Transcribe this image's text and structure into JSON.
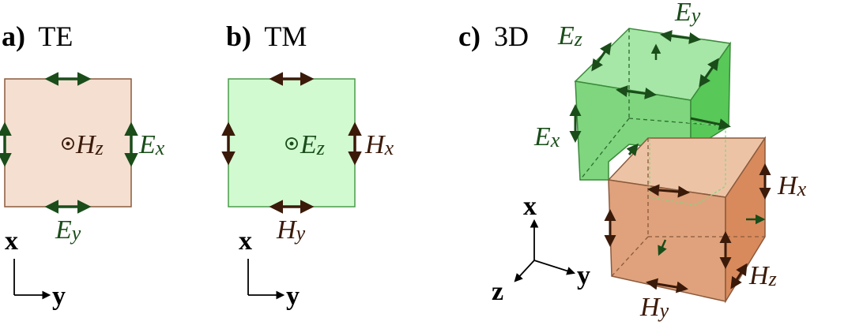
{
  "panels": {
    "te": {
      "letter": "a)",
      "name": "TE",
      "center_field": {
        "sym": "H",
        "sub": "z"
      },
      "right_field": {
        "sym": "E",
        "sub": "x"
      },
      "bottom_field": {
        "sym": "E",
        "sub": "y"
      }
    },
    "tm": {
      "letter": "b)",
      "name": "TM",
      "center_field": {
        "sym": "E",
        "sub": "z"
      },
      "right_field": {
        "sym": "H",
        "sub": "x"
      },
      "bottom_field": {
        "sym": "H",
        "sub": "y"
      }
    },
    "three_d": {
      "letter": "c)",
      "name": "3D",
      "e_top": {
        "sym": "E",
        "sub": "y"
      },
      "e_left_top": {
        "sym": "E",
        "sub": "z"
      },
      "e_left": {
        "sym": "E",
        "sub": "x"
      },
      "h_right": {
        "sym": "H",
        "sub": "x"
      },
      "h_right_bottom": {
        "sym": "H",
        "sub": "z"
      },
      "h_bottom": {
        "sym": "H",
        "sub": "y"
      }
    }
  },
  "axes": {
    "x": "x",
    "y": "y",
    "z": "z"
  },
  "colors": {
    "electric_arrow": "#1a4d1a",
    "magnetic_arrow": "#3b1a0a",
    "te_fill": "#f4dfd1",
    "te_stroke": "#8b5a3c",
    "tm_fill": "#d1fad1",
    "tm_stroke": "#4a9a4a",
    "cube_e_fill": "#5ccf5c",
    "cube_h_fill": "#d9845a",
    "text_e": "#1a4d1a",
    "text_h": "#3b1a0a"
  }
}
